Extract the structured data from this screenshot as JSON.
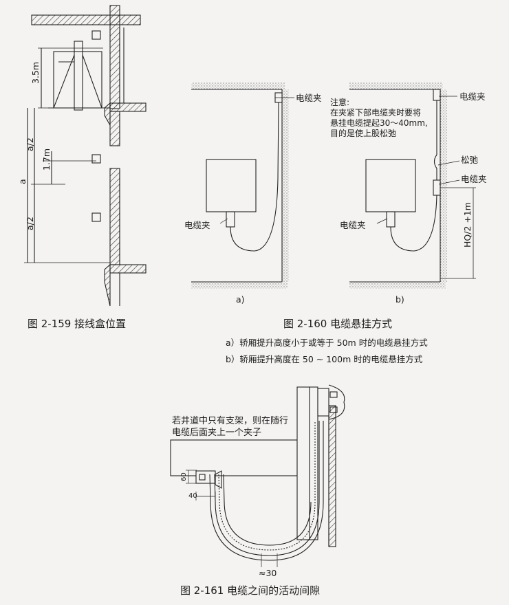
{
  "fig159": {
    "caption": "图 2-159    接线盒位置",
    "dim_3_5m": "3.5m",
    "dim_a2_top": "a/2",
    "dim_a": "a",
    "dim_a2_bottom": "a/2",
    "dim_1_7m": "1.7m"
  },
  "fig160": {
    "caption": "图 2-160    电缆悬挂方式",
    "sub_a": "a）轿厢提升高度小于或等于 50m 时的电缆悬挂方式",
    "sub_b": "b）轿厢提升高度在 50 ~ 100m 时的电缆悬挂方式",
    "panel_a_label": "a)",
    "panel_b_label": "b)",
    "a_clamp_top": "电缆夹",
    "a_clamp_bottom": "电缆夹",
    "b_clamp_top": "电缆夹",
    "b_slack": "松弛",
    "b_clamp_mid": "电缆夹",
    "b_clamp_bottom": "电缆夹",
    "b_note_1": "注意:",
    "b_note_2": "在夹紧下部电缆夹时要将",
    "b_note_3": "悬挂电缆提起30～40mm,",
    "b_note_4": "目的是使上股松弛",
    "b_dim": "HQ/2 +1m"
  },
  "fig161": {
    "caption": "图 2-161    电缆之间的活动间隙",
    "note_1": "若井道中只有支架，则在随行",
    "note_2": "电缆后面夹上一个夹子",
    "dim_60": "60",
    "dim_40": "40",
    "dim_30": "≈30"
  }
}
